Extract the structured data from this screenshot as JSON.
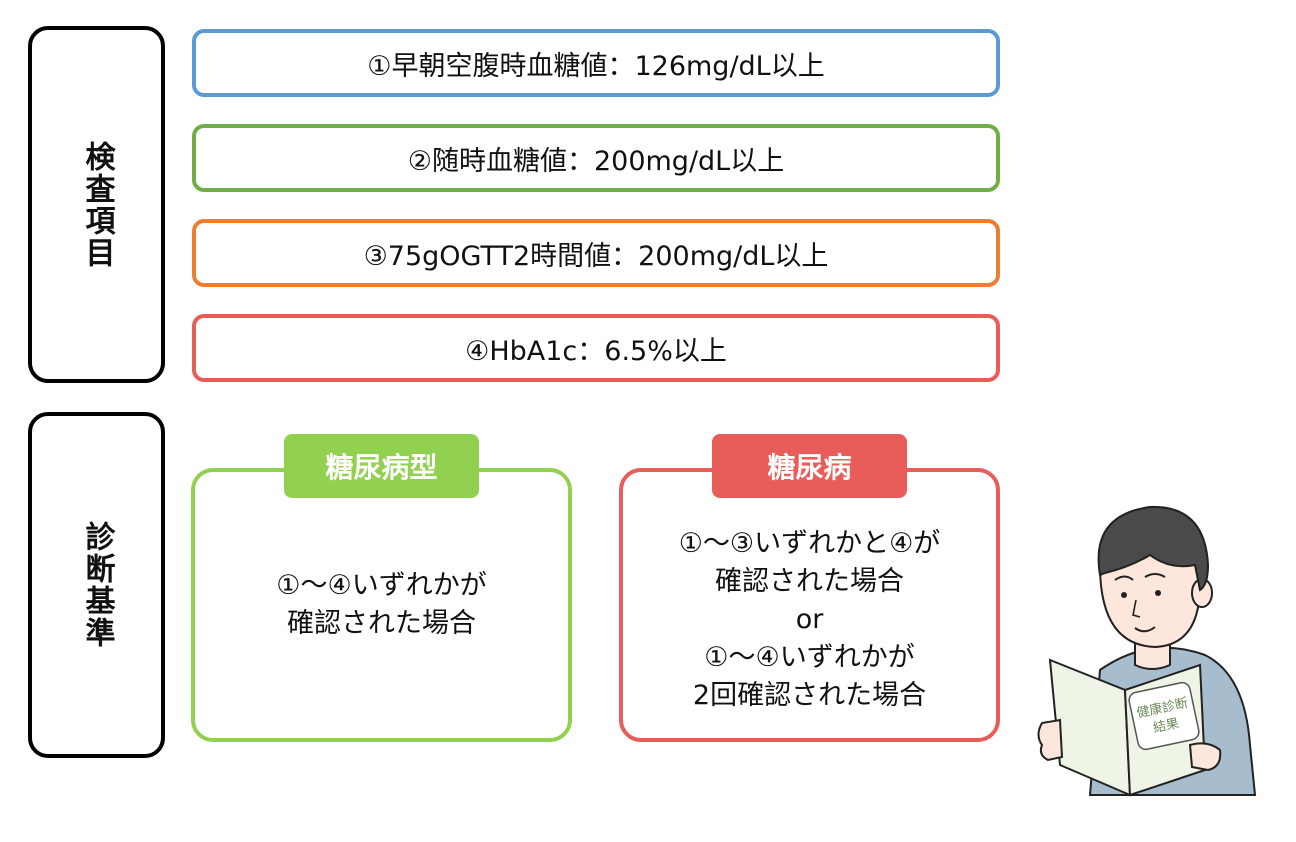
{
  "sections": {
    "exam_items_label": "検査項目",
    "criteria_label": "診断基準"
  },
  "exam_items": [
    {
      "text": "①早朝空腹時血糖値：126mg/dL以上",
      "color": "#5b9bd5"
    },
    {
      "text": "②随時血糖値：200mg/dL以上",
      "color": "#70ad47"
    },
    {
      "text": "③75gOGTT2時間値：200mg/dL以上",
      "color": "#ed7d31"
    },
    {
      "text": "④HbA1c：6.5%以上",
      "color": "#e85d5a"
    }
  ],
  "diagnosis": {
    "borderline": {
      "tag": "糖尿病型",
      "color": "#92d050",
      "lines": [
        "①～④いずれかが",
        "確認された場合"
      ]
    },
    "diabetes": {
      "tag": "糖尿病",
      "color": "#e85d5a",
      "lines": [
        "①～③いずれかと④が",
        "確認された場合",
        "or",
        "①～④いずれかが",
        "2回確認された場合"
      ]
    }
  },
  "illustration": {
    "booklet_title_line1": "健康診断",
    "booklet_title_line2": "結果"
  }
}
